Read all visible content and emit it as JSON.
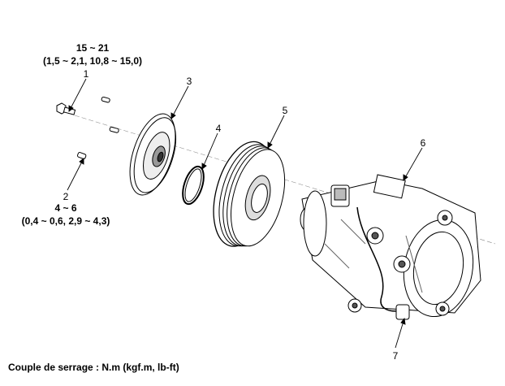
{
  "torque_top": {
    "value": "15 ~ 21",
    "units": "(1,5 ~ 2,1, 10,8 ~ 15,0)"
  },
  "torque_bottom": {
    "value": "4 ~ 6",
    "units": "(0,4 ~ 0,6, 2,9 ~ 4,3)"
  },
  "callouts": [
    "1",
    "2",
    "3",
    "4",
    "5",
    "6",
    "7"
  ],
  "footer": "Couple de serrage : N.m (kgf.m, lb-ft)"
}
